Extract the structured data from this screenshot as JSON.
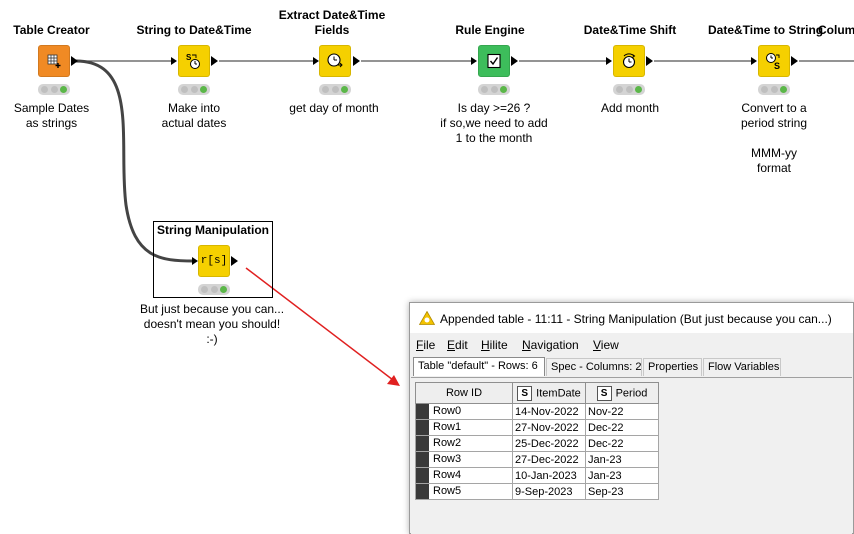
{
  "workflow": {
    "nodes": {
      "table_creator": {
        "title": "Table Creator",
        "desc": "Sample Dates\nas strings",
        "color": "#f08a24"
      },
      "string_to_datetime": {
        "title": "String to Date&Time",
        "desc": "Make into\nactual dates",
        "color": "#f5d000"
      },
      "extract_datetime": {
        "title": "Extract Date&Time\nFields",
        "desc": "get day of month",
        "color": "#f5d000"
      },
      "rule_engine": {
        "title": "Rule Engine",
        "desc": "Is day >=26 ?\nif so,we need to add\n1 to the month",
        "color": "#3dbd5b"
      },
      "datetime_shift": {
        "title": "Date&Time Shift",
        "desc": "Add month",
        "color": "#f5d000"
      },
      "datetime_to_string": {
        "title": "Date&Time to String",
        "desc": "Convert to a\nperiod string\n\nMMM-yy\nformat",
        "color": "#f5d000"
      },
      "column_partial": {
        "title": "Column"
      },
      "string_manipulation": {
        "title": "String Manipulation",
        "desc": "But just because you can...\ndoesn't mean you should!\n:-)",
        "icon_text": "r[s]",
        "color": "#f5d000"
      }
    },
    "annotation_arrow_color": "#e02020"
  },
  "table_window": {
    "title": "Appended table - 11:11 - String Manipulation (But just because you can...)",
    "menu": [
      {
        "label": "File",
        "u": "F",
        "rest": "ile"
      },
      {
        "label": "Edit",
        "u": "E",
        "rest": "dit"
      },
      {
        "label": "Hilite",
        "u": "H",
        "rest": "ilite"
      },
      {
        "label": "Navigation",
        "u": "N",
        "rest": "avigation"
      },
      {
        "label": "View",
        "u": "V",
        "rest": "iew"
      }
    ],
    "tabs": [
      "Table \"default\" - Rows: 6",
      "Spec - Columns: 2",
      "Properties",
      "Flow Variables"
    ],
    "columns": {
      "row_id": "Row ID",
      "item_date": {
        "type": "S",
        "label": "ItemDate"
      },
      "period": {
        "type": "S",
        "label": "Period"
      }
    },
    "rows": [
      {
        "id": "Row0",
        "item_date": "14-Nov-2022",
        "period": "Nov-22"
      },
      {
        "id": "Row1",
        "item_date": "27-Nov-2022",
        "period": "Dec-22"
      },
      {
        "id": "Row2",
        "item_date": "25-Dec-2022",
        "period": "Dec-22"
      },
      {
        "id": "Row3",
        "item_date": "27-Dec-2022",
        "period": "Jan-23"
      },
      {
        "id": "Row4",
        "item_date": "10-Jan-2023",
        "period": "Jan-23"
      },
      {
        "id": "Row5",
        "item_date": "9-Sep-2023",
        "period": "Sep-23"
      }
    ]
  }
}
